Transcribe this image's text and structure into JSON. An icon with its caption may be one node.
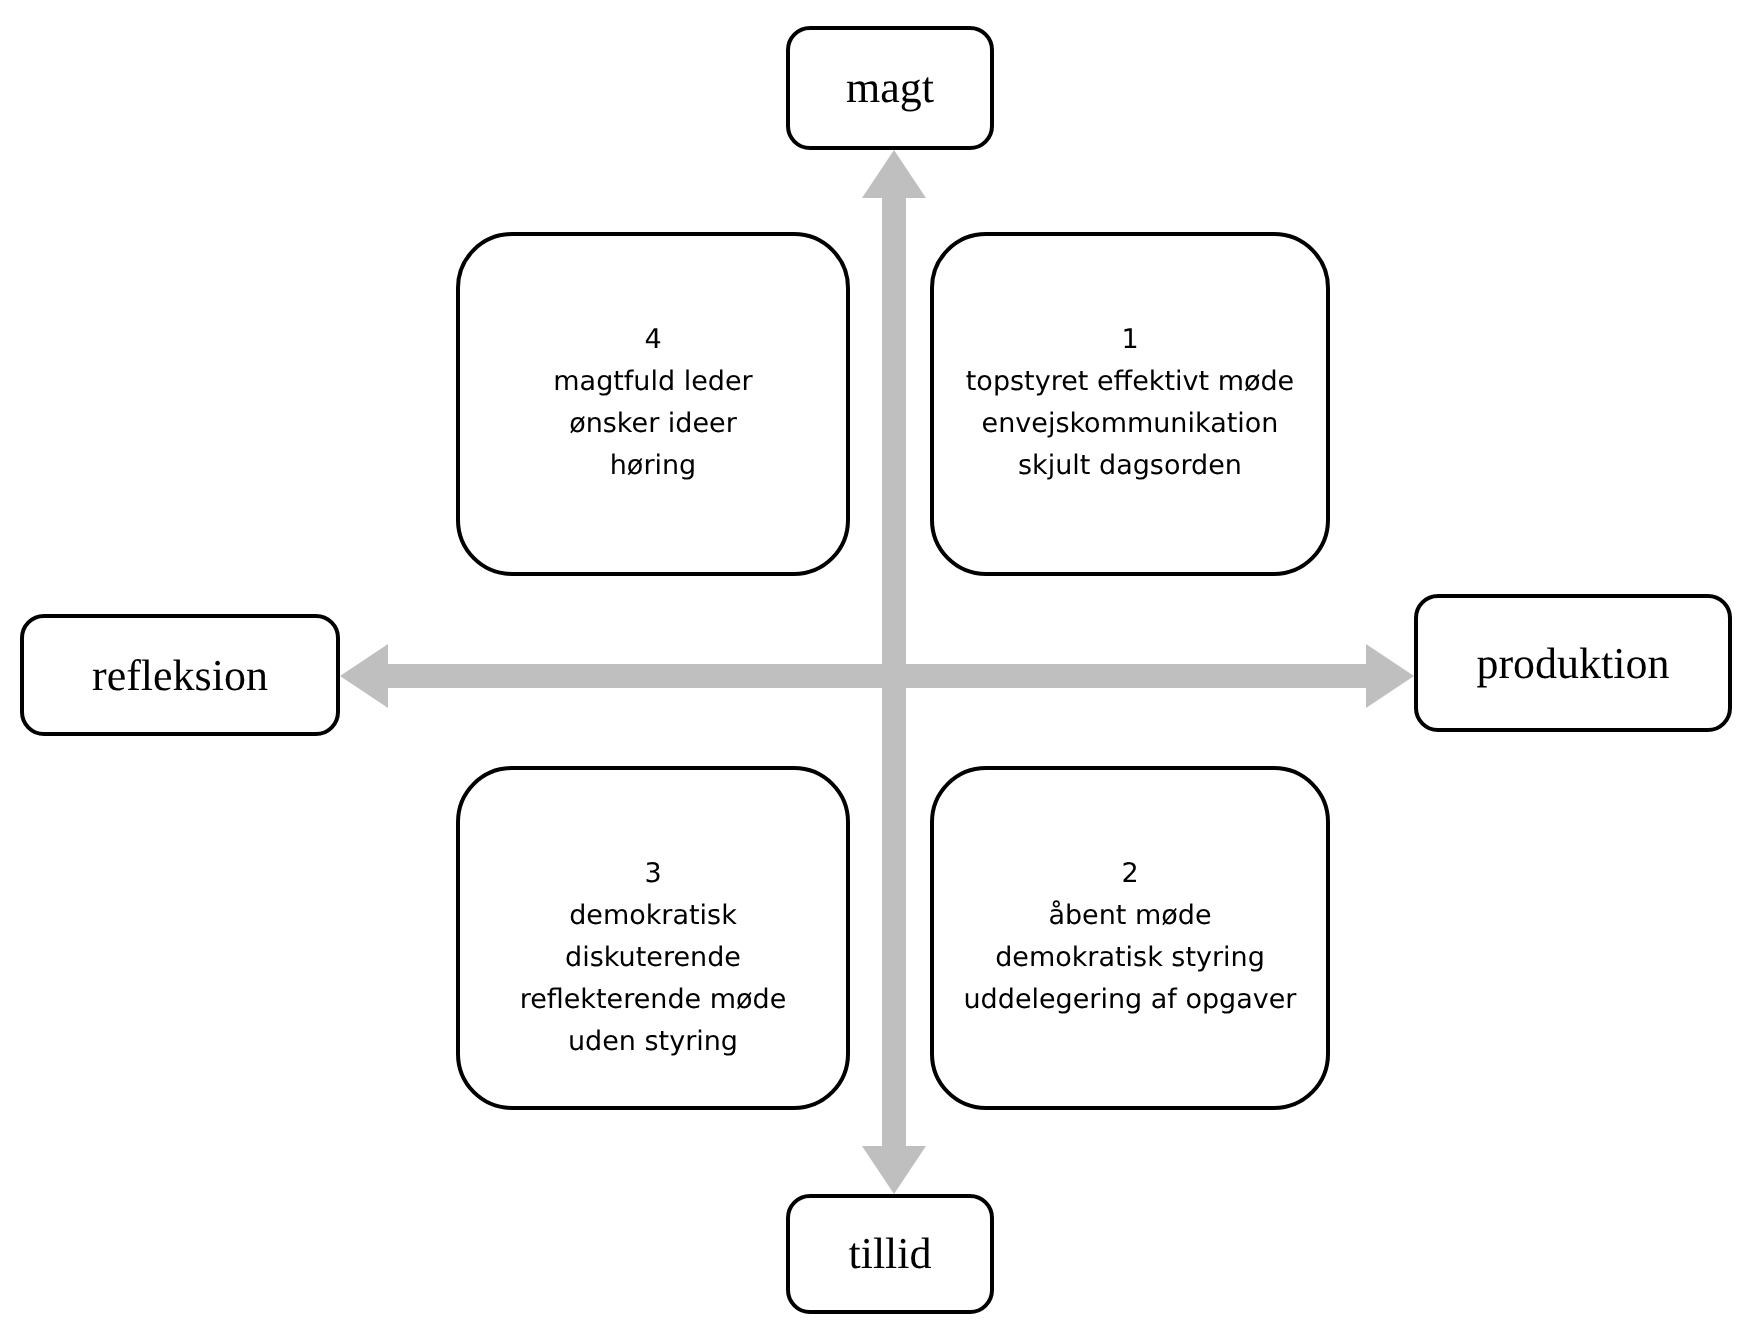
{
  "diagram": {
    "nodes": [
      {
        "text": [
          "magt"
        ]
      },
      {
        "text": [
          "4",
          "magtfuld leder",
          "ønsker ideer",
          "høring"
        ]
      },
      {
        "text": [
          "1",
          "topstyret effektivt møde",
          "envejskommunikation",
          "skjult dagsorden"
        ]
      },
      {
        "text": [
          "refleksion"
        ]
      },
      {
        "text": [
          "produktion"
        ]
      },
      {
        "text": [
          "3",
          "demokratisk",
          "diskuterende",
          "reflekterende møde",
          "uden styring"
        ]
      },
      {
        "text": [
          "2",
          "åbent møde",
          "demokratisk styring",
          "uddelegering af opgaver"
        ]
      },
      {
        "text": [
          "tillid"
        ]
      }
    ],
    "edges": [
      {
        "from": 0,
        "to": 7,
        "arrow": "both"
      },
      {
        "from": 3,
        "to": 4,
        "arrow": "both"
      }
    ]
  }
}
